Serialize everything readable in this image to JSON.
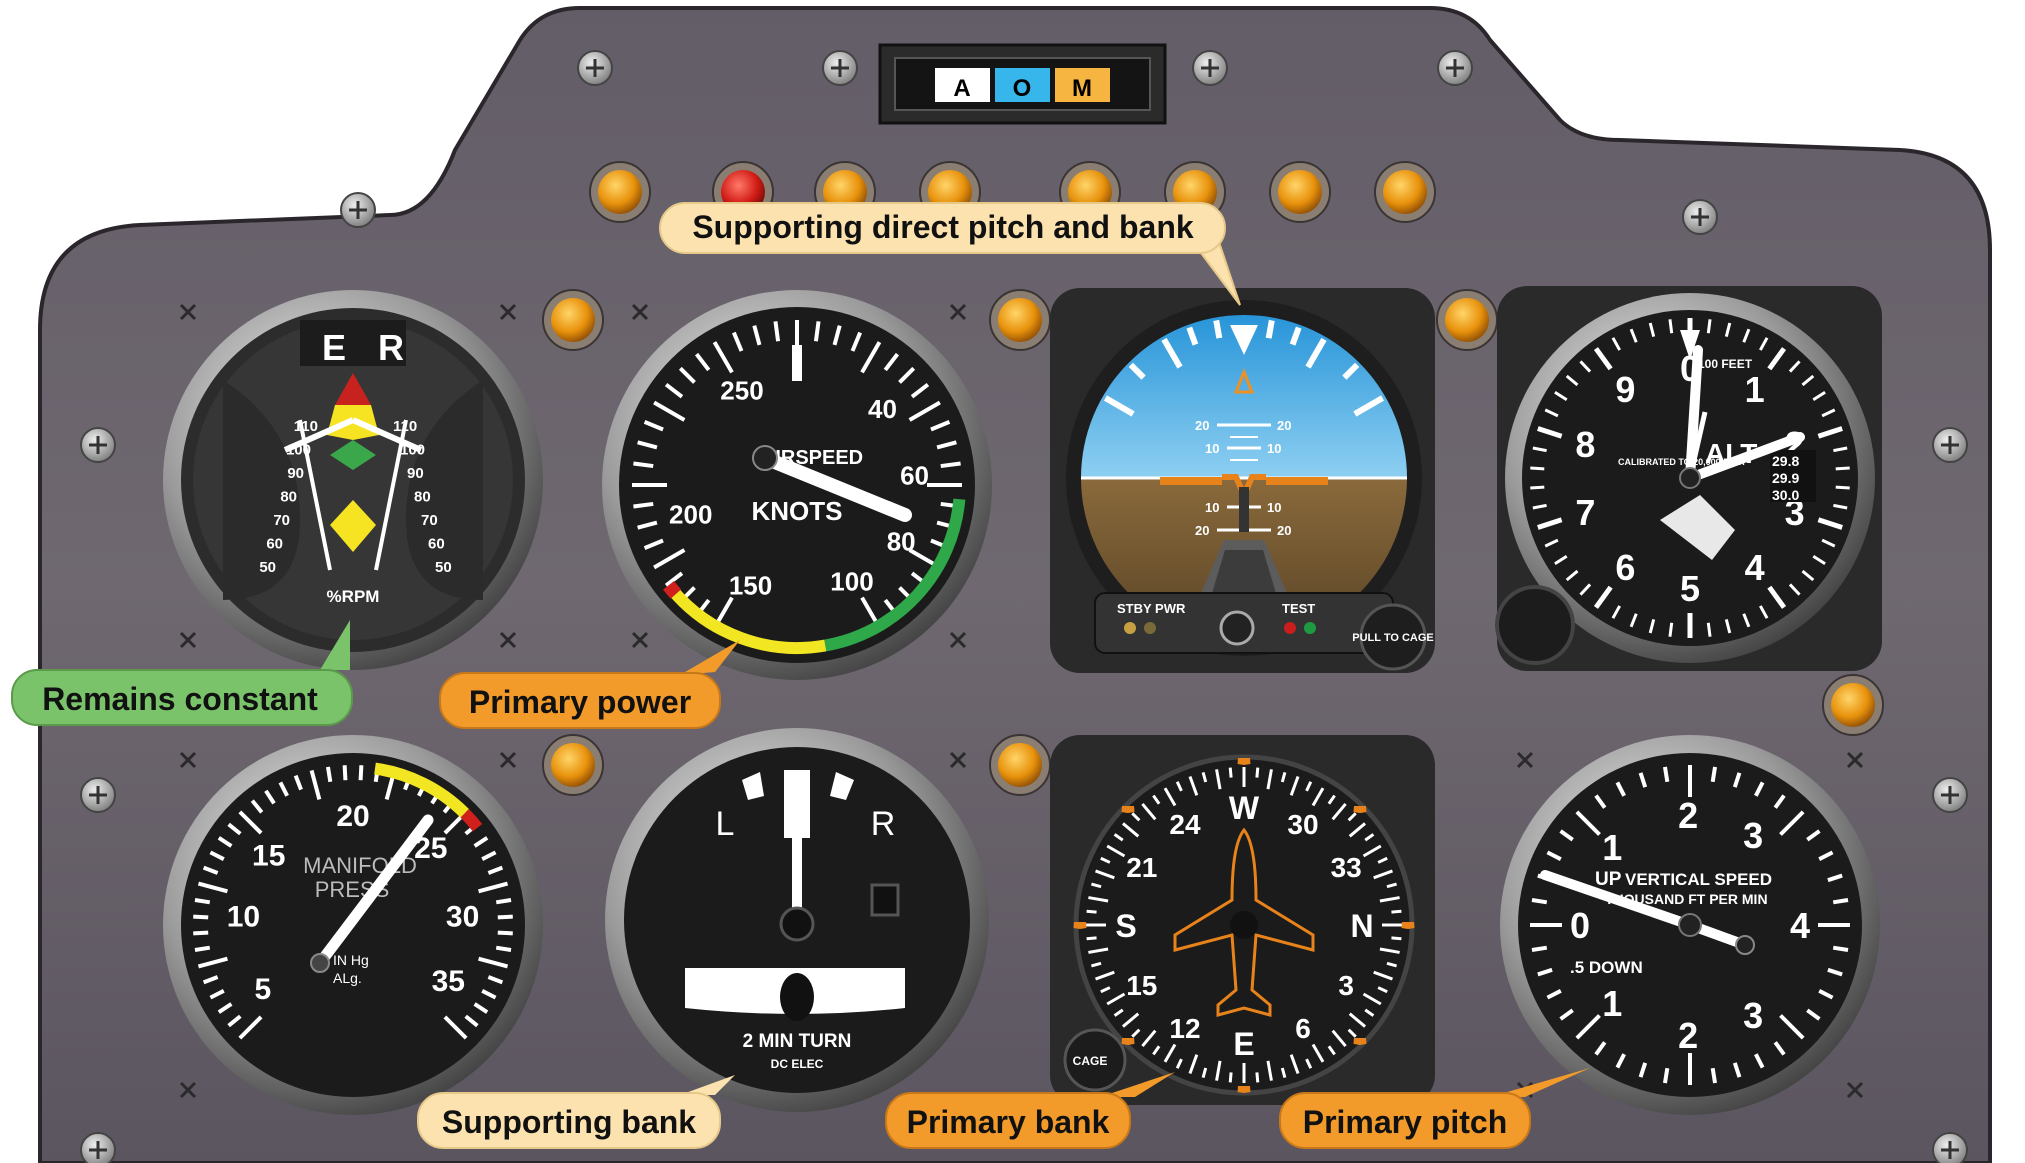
{
  "annunciator": {
    "labels": [
      "A",
      "O",
      "M"
    ],
    "colors": [
      "#ffffff",
      "#37b6ec",
      "#f6b440"
    ]
  },
  "callouts": {
    "supporting_direct": "Supporting direct pitch and bank",
    "remains_constant": "Remains constant",
    "primary_power": "Primary power",
    "supporting_bank": "Supporting bank",
    "primary_bank": "Primary bank",
    "primary_pitch": "Primary pitch"
  },
  "callout_colors": {
    "cream": "#fbe2ae",
    "green": "#7ac36a",
    "orange": "#f29b2b"
  },
  "rpm": {
    "left_letter": "E",
    "right_letter": "R",
    "unit": "%RPM",
    "scale": [
      "110",
      "100",
      "90",
      "80",
      "70",
      "60",
      "50"
    ]
  },
  "airspeed": {
    "title": "AIRSPEED",
    "unit": "KNOTS",
    "labels": [
      "250",
      "200",
      "150",
      "100",
      "80",
      "60",
      "40"
    ]
  },
  "attitude": {
    "stby": "STBY PWR",
    "test": "TEST",
    "cage_knob": "PULL TO CAGE",
    "pitch_up": [
      "20",
      "10"
    ],
    "pitch_down": [
      "10",
      "20"
    ]
  },
  "altimeter": {
    "label": "ALT",
    "hundred_feet": "100 FEET",
    "calibrated": "CALIBRATED TO 20,000 FEET",
    "kollsman": [
      "29.8",
      "29.9",
      "30.0"
    ],
    "numbers": [
      "0",
      "1",
      "2",
      "3",
      "4",
      "5",
      "6",
      "7",
      "8",
      "9"
    ]
  },
  "manifold": {
    "title_1": "MANIFOLD",
    "title_2": "PRESS",
    "unit_1": "IN Hg",
    "unit_2": "ALg.",
    "labels": [
      "5",
      "10",
      "15",
      "20",
      "25",
      "30",
      "35"
    ]
  },
  "turn": {
    "left": "L",
    "right": "R",
    "caption": "2  MIN  TURN",
    "sub": "DC  ELEC"
  },
  "heading": {
    "cage": "CAGE",
    "cardinals": [
      "N",
      "E",
      "S",
      "W"
    ],
    "numbers": [
      "3",
      "6",
      "12",
      "15",
      "21",
      "24",
      "30",
      "33"
    ]
  },
  "vsi": {
    "up": "UP",
    "title": "VERTICAL SPEED",
    "sub": "THOUSAND FT PER MIN",
    "down": ".5 DOWN",
    "labels": [
      "0",
      "1",
      "2",
      "3",
      "4"
    ]
  }
}
